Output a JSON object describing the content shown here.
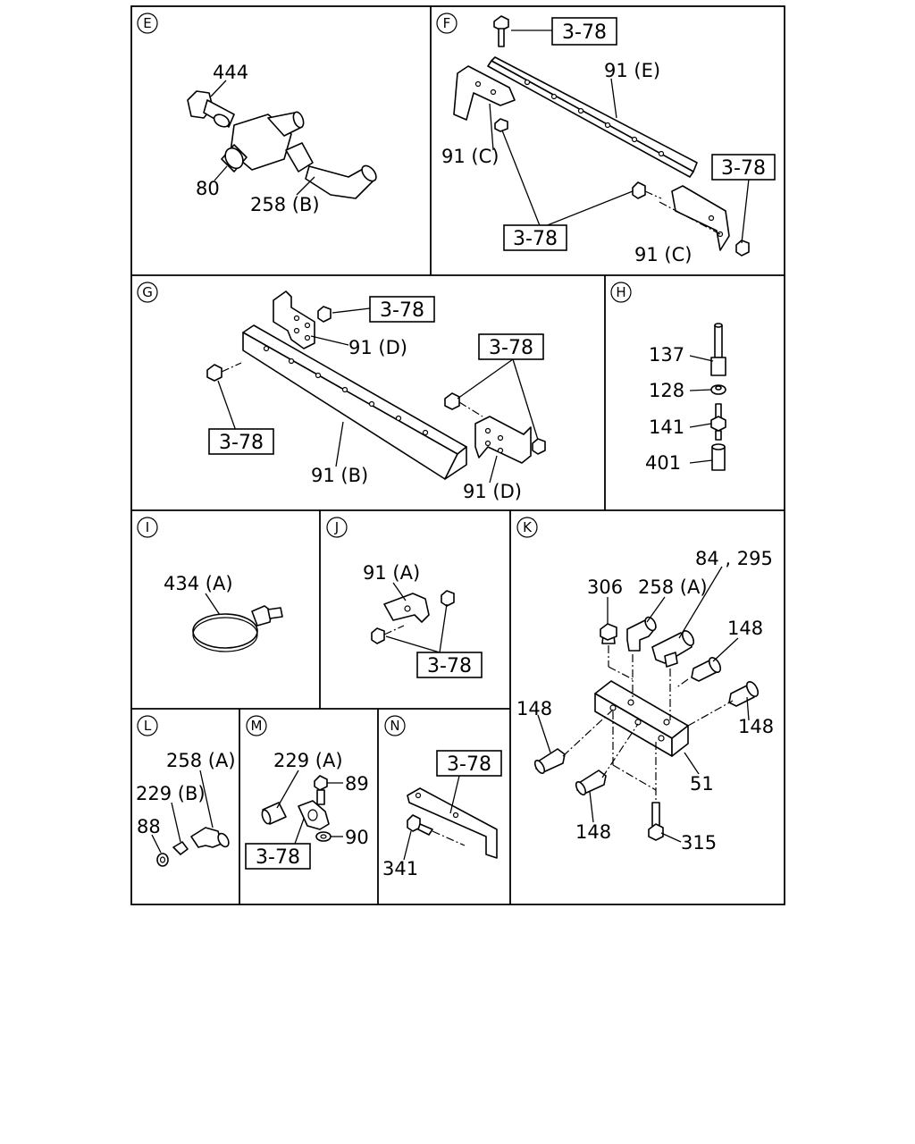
{
  "sections": {
    "E": {
      "letter": "E",
      "labels": [
        "444",
        "80",
        "258 (B)"
      ]
    },
    "F": {
      "letter": "F",
      "labels": [
        "91 (E)",
        "91 (C)",
        "91 (C)"
      ],
      "refs": [
        "3-78",
        "3-78",
        "3-78"
      ]
    },
    "G": {
      "letter": "G",
      "labels": [
        "91 (D)",
        "91 (B)",
        "91 (D)"
      ],
      "refs": [
        "3-78",
        "3-78",
        "3-78"
      ]
    },
    "H": {
      "letter": "H",
      "labels": [
        "137",
        "128",
        "141",
        "401"
      ]
    },
    "I": {
      "letter": "I",
      "labels": [
        "434 (A)"
      ]
    },
    "J": {
      "letter": "J",
      "labels": [
        "91 (A)"
      ],
      "refs": [
        "3-78"
      ]
    },
    "K": {
      "letter": "K",
      "labels": [
        "84 , 295",
        "306",
        "258 (A)",
        "148",
        "148",
        "148",
        "148",
        "51",
        "315"
      ]
    },
    "L": {
      "letter": "L",
      "labels": [
        "258 (A)",
        "229 (B)",
        "88"
      ]
    },
    "M": {
      "letter": "M",
      "labels": [
        "229 (A)",
        "89",
        "90"
      ],
      "refs": [
        "3-78"
      ]
    },
    "N": {
      "letter": "N",
      "labels": [
        "341"
      ],
      "refs": [
        "3-78"
      ]
    }
  }
}
